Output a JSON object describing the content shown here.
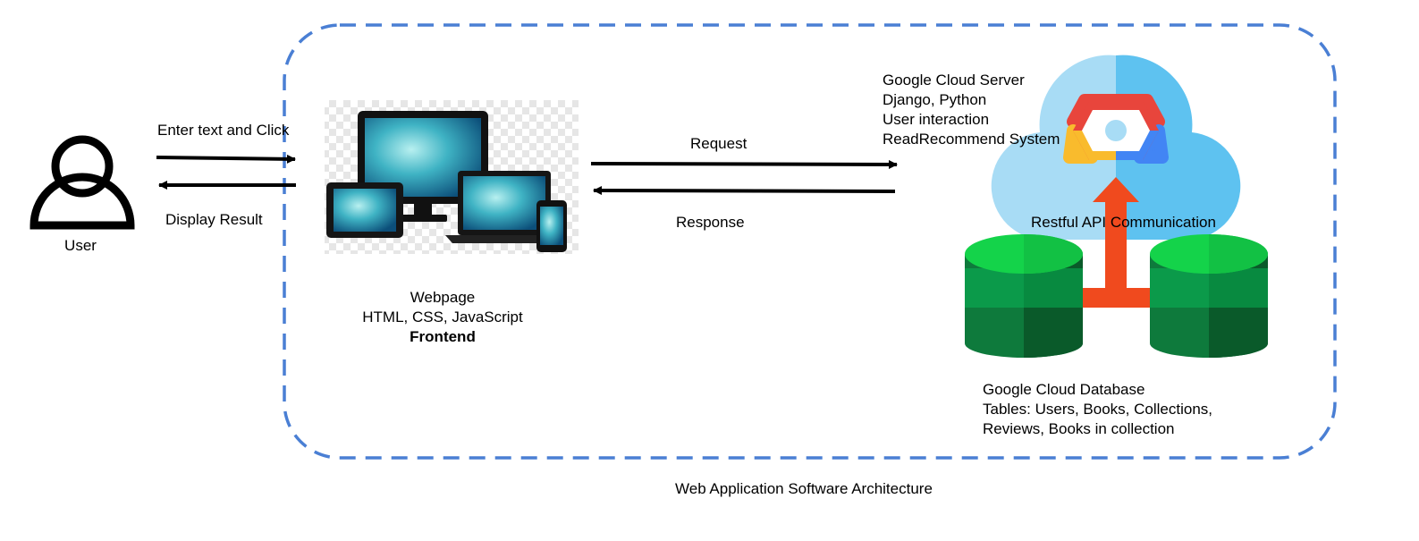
{
  "user": {
    "label": "User"
  },
  "arrows": {
    "enter_text": "Enter text and Click",
    "display_result": "Display Result",
    "request": "Request",
    "response": "Response",
    "restful_api": "Restful API Communication"
  },
  "frontend": {
    "line1": "Webpage",
    "line2": "HTML, CSS, JavaScript",
    "line3": "Frontend"
  },
  "server": {
    "line1": "Google Cloud Server",
    "line2": "Django, Python",
    "line3": "User interaction",
    "line4": "ReadRecommend System"
  },
  "database": {
    "line1": "Google Cloud Database",
    "line2": "Tables: Users, Books, Collections,",
    "line3": "Reviews, Books in collection"
  },
  "caption": "Web Application Software Architecture",
  "colors": {
    "boundary": "#4a7fd4",
    "cloud_light": "#a8dcf5",
    "cloud_dark": "#5ec2f0",
    "gcp_red": "#e8453c",
    "gcp_yellow": "#f9bb2d",
    "gcp_blue": "#4285f4",
    "db_green": "#0a8a44",
    "api_arrow": "#f04a1e"
  }
}
